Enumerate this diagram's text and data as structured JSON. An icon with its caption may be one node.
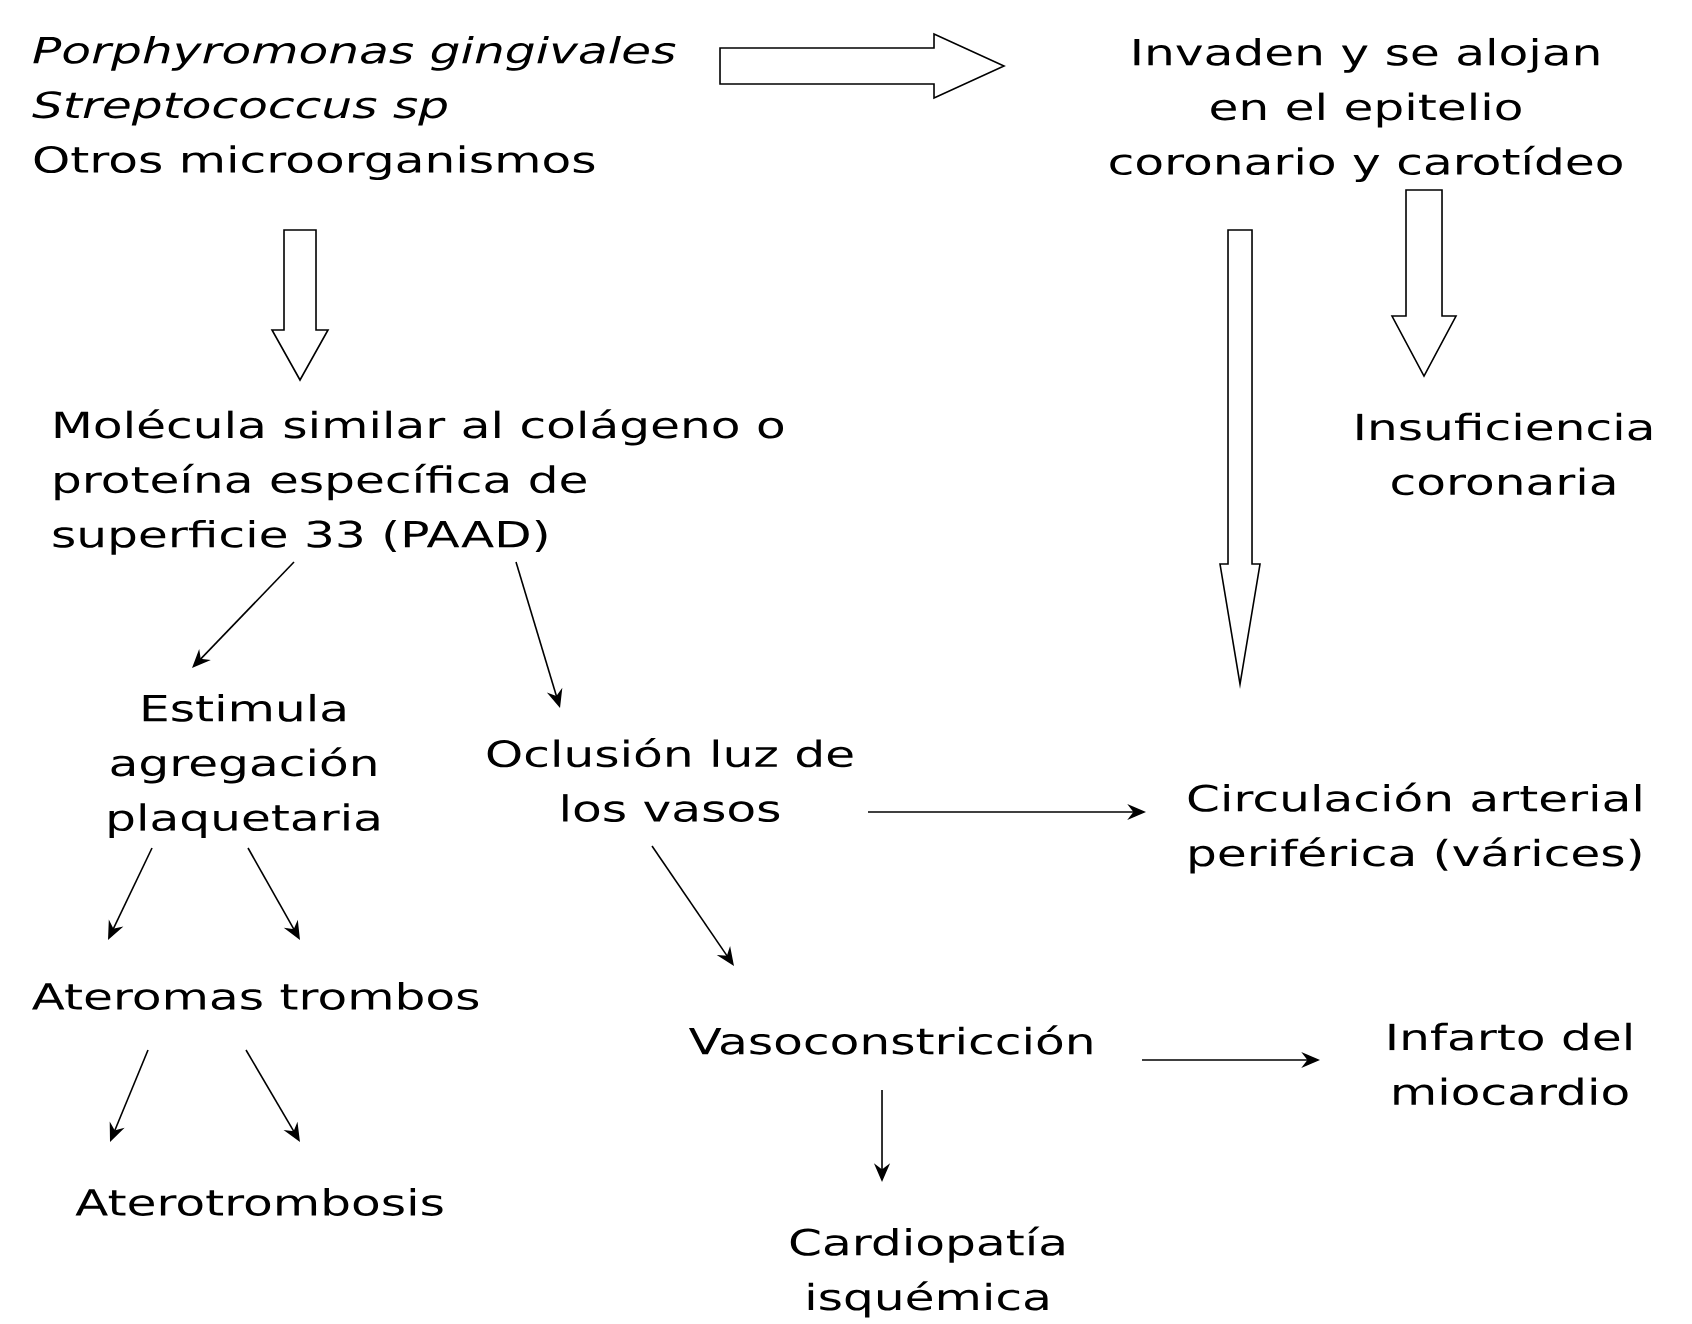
{
  "diagram": {
    "nodes": [
      {
        "text": [
          "Porphyromonas gingivales",
          "Streptococcus sp",
          "Otros microorganismos"
        ]
      },
      {
        "text": [
          "Invaden y se alojan en el epitelio coronario y carotídeo"
        ]
      },
      {
        "text": [
          "Molécula similar al colágeno o proteína específica de superficie 33 (PAAD)"
        ]
      },
      {
        "text": [
          "Insuficiencia coronaria"
        ]
      },
      {
        "text": [
          "Estimula agregación plaquetaria"
        ]
      },
      {
        "text": [
          "Oclusión luz de los vasos"
        ]
      },
      {
        "text": [
          "Circulación arterial periférica (várices)"
        ]
      },
      {
        "text": [
          "Ateromas trombos"
        ]
      },
      {
        "text": [
          "Vasoconstricción"
        ]
      },
      {
        "text": [
          "Infarto del miocardio"
        ]
      },
      {
        "text": [
          "Aterotrombosis"
        ]
      },
      {
        "text": [
          "Cardiopatía isquémica"
        ]
      }
    ],
    "edges": [
      {
        "from": 0,
        "to": 1,
        "arrow": "to",
        "style": "thick"
      },
      {
        "from": 0,
        "to": 2,
        "arrow": "to",
        "style": "thick"
      },
      {
        "from": 1,
        "to": 3,
        "arrow": "to",
        "style": "thick"
      },
      {
        "from": 1,
        "to": 6,
        "arrow": "to",
        "style": "thick"
      },
      {
        "from": 2,
        "to": 4,
        "arrow": "to"
      },
      {
        "from": 2,
        "to": 5,
        "arrow": "to"
      },
      {
        "from": 4,
        "to": 7,
        "arrow": "to"
      },
      {
        "from": 4,
        "to": 7,
        "arrow": "to"
      },
      {
        "from": 5,
        "to": 6,
        "arrow": "to"
      },
      {
        "from": 5,
        "to": 8,
        "arrow": "to"
      },
      {
        "from": 7,
        "to": 10,
        "arrow": "to"
      },
      {
        "from": 7,
        "to": 10,
        "arrow": "to"
      },
      {
        "from": 8,
        "to": 9,
        "arrow": "to"
      },
      {
        "from": 8,
        "to": 11,
        "arrow": "to"
      }
    ]
  }
}
